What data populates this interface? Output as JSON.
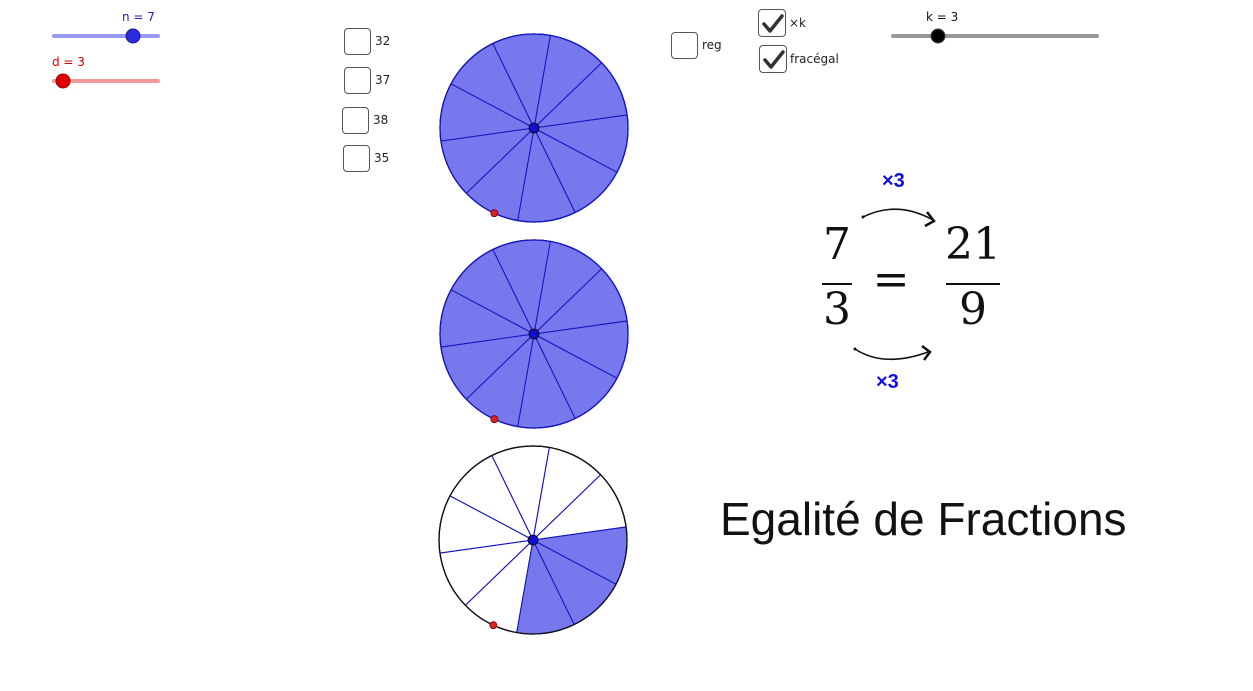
{
  "sliders": {
    "n": {
      "label": "n = 7",
      "value": 7,
      "min": 0,
      "max": 10,
      "color": "#3030e0",
      "track_color": "#9999f0"
    },
    "d": {
      "label": "d = 3",
      "value": 3,
      "min": 3,
      "max": 20,
      "color": "#e00000",
      "track_color": "#f09090"
    },
    "k": {
      "label": "k = 3",
      "value": 3,
      "min": 1,
      "max": 10,
      "color": "#000000",
      "track_color": "#999999"
    }
  },
  "checkboxes": {
    "c32": {
      "label": "32",
      "checked": false
    },
    "c37": {
      "label": "37",
      "checked": false
    },
    "c38": {
      "label": "38",
      "checked": false
    },
    "c35": {
      "label": "35",
      "checked": false
    },
    "reg": {
      "label": "reg",
      "checked": false
    },
    "xk": {
      "label": "×k",
      "checked": true
    },
    "fracegal": {
      "label": "fracégal",
      "checked": true
    }
  },
  "fraction": {
    "left_num": "7",
    "left_den": "3",
    "equals": "=",
    "right_num": "21",
    "right_den": "9",
    "top_mult": "×3",
    "bottom_mult": "×3"
  },
  "title": "Egalité de Fractions",
  "colors": {
    "fill": "#7777ee",
    "stroke": "#1515c0",
    "center": "#1010cc",
    "point": "#dd2222"
  },
  "pies": [
    {
      "segments": 10,
      "filled": 10
    },
    {
      "segments": 10,
      "filled": 10
    },
    {
      "segments": 10,
      "filled": 3
    }
  ]
}
